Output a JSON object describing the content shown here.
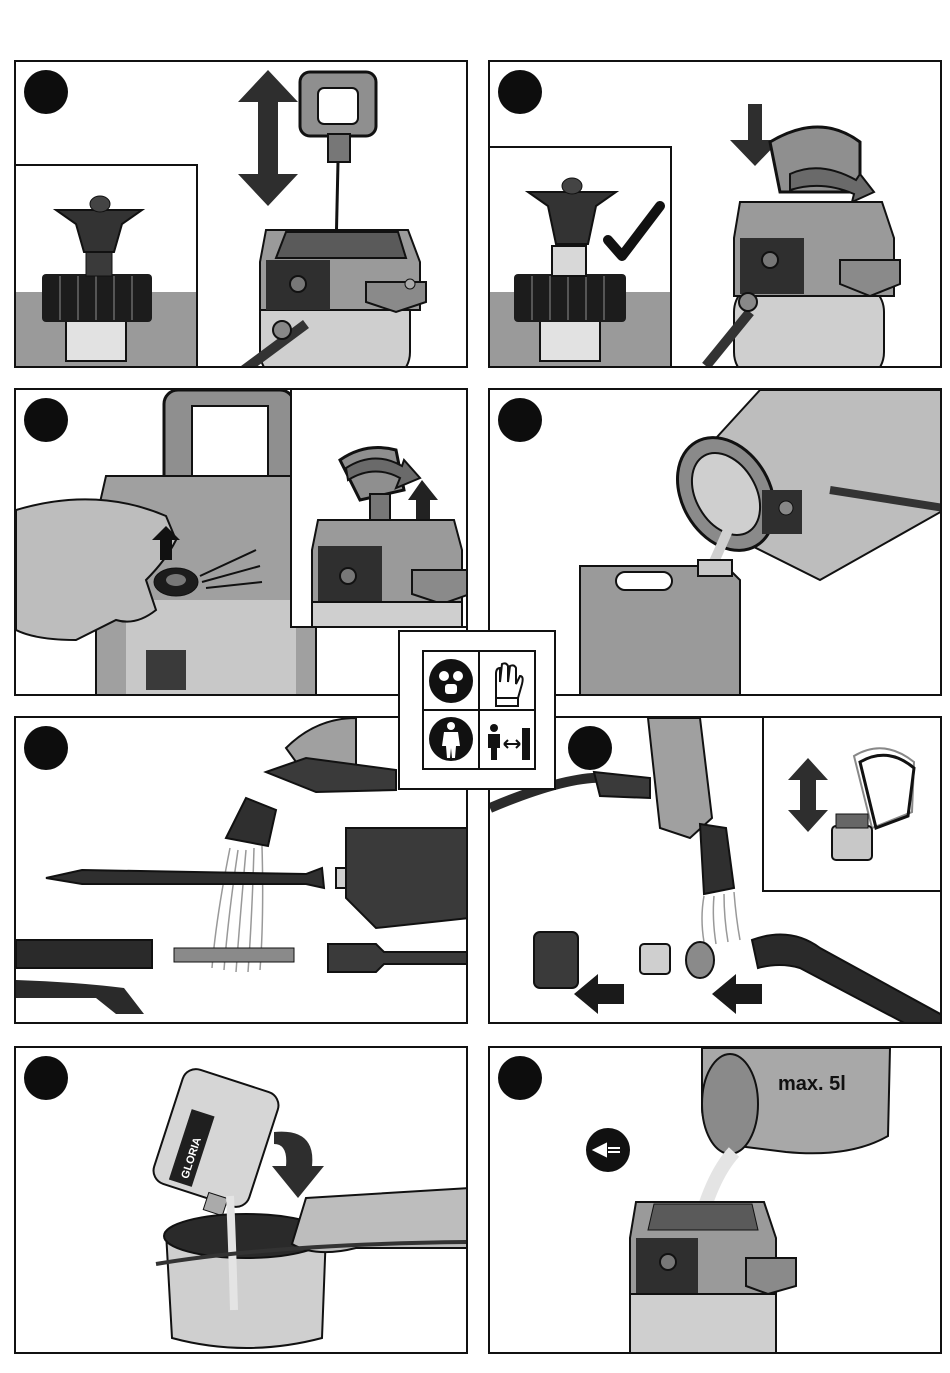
{
  "colors": {
    "ink": "#111111",
    "dark_gray": "#3a3a3a",
    "mid_gray": "#8c8c8c",
    "light_gray": "#c8c8c8",
    "paper": "#ffffff"
  },
  "panels": [
    {
      "id": "step-1",
      "scene": "pump-handle-pull-up"
    },
    {
      "id": "step-2",
      "scene": "pump-handle-push-and-turn"
    },
    {
      "id": "step-3",
      "scene": "pressure-release-valve"
    },
    {
      "id": "step-4",
      "scene": "empty-tank-into-canister"
    },
    {
      "id": "step-5",
      "scene": "rinse-lance-and-hose"
    },
    {
      "id": "step-6",
      "scene": "rinse-nozzle-parts"
    },
    {
      "id": "step-7",
      "scene": "mix-concentrate-in-bucket"
    },
    {
      "id": "step-8",
      "scene": "fill-tank"
    }
  ],
  "safety_icons": [
    "face-mask-icon",
    "gloves-icon",
    "protective-suit-icon",
    "keep-distance-icon"
  ],
  "step8": {
    "fill_label": "max. 5l"
  },
  "step7": {
    "brand_label": "GLORIA"
  }
}
